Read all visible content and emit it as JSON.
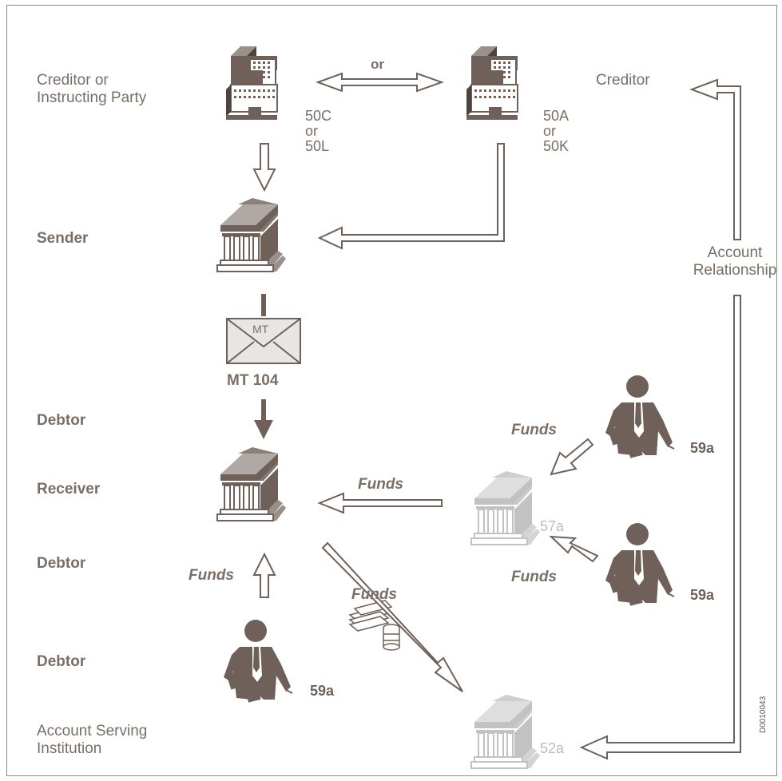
{
  "labels": {
    "creditor_or_instructing_party": "Creditor or\nInstructing Party",
    "sender": "Sender",
    "debtor_1": "Debtor",
    "receiver": "Receiver",
    "debtor_2": "Debtor",
    "debtor_3": "Debtor",
    "account_serving_institution": "Account Serving\nInstitution",
    "creditor_right": "Creditor",
    "account_relationship": "Account\nRelationship",
    "or_top": "or",
    "option_left": "50C\nor\n50L",
    "option_right": "50A\nor\n50K",
    "envelope_text": "MT",
    "message_type": "MT 104",
    "funds_1": "Funds",
    "funds_2": "Funds",
    "funds_3": "Funds",
    "funds_4": "Funds",
    "funds_5": "Funds",
    "party_57a": "57a",
    "party_52a": "52a",
    "party_59a_top": "59a",
    "party_59a_mid": "59a",
    "party_59a_bottom": "59a",
    "doc_id": "D0010043"
  },
  "colors": {
    "dark": "#6f6159",
    "light": "#c2c2c2",
    "envelope": "#e8e6e3"
  }
}
